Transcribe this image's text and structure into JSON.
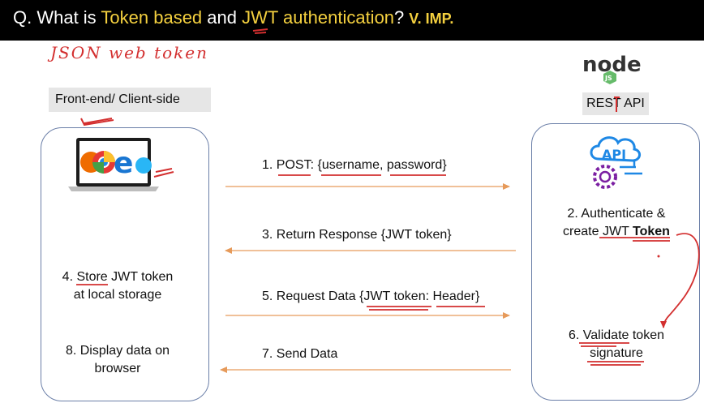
{
  "title": {
    "prefix": "Q. What is ",
    "hl1": "Token based",
    "mid": " and ",
    "hl2": "JWT",
    "hl3": "authentication",
    "suffix": "?",
    "tag": "V. IMP."
  },
  "annotation": "JSON web token",
  "client": {
    "header": "Front-end/ Client-side",
    "step4_line1": "4. Store JWT token",
    "step4_line2": "at local storage",
    "step8_line1": "8. Display data on",
    "step8_line2": "browser"
  },
  "server": {
    "logo": "node",
    "logo_badge": "JS",
    "header": "REST API",
    "api_icon_text": "API",
    "step2_line1": "2. Authenticate &",
    "step2_line2_prefix": "create JWT ",
    "step2_line2_bold": "Token",
    "step6_line1": "6. Validate token",
    "step6_line2": "signature"
  },
  "arrows": {
    "step1": "1. POST: {username, password}",
    "step3": "3. Return Response {JWT token}",
    "step5": "5. Request Data {JWT token: Header}",
    "step7": "7. Send Data"
  },
  "colors": {
    "title_bg": "#000000",
    "highlight": "#f4d03f",
    "arrow": "#e69a5a",
    "ink": "#d32f2f",
    "box_border": "#6b7fa8"
  }
}
